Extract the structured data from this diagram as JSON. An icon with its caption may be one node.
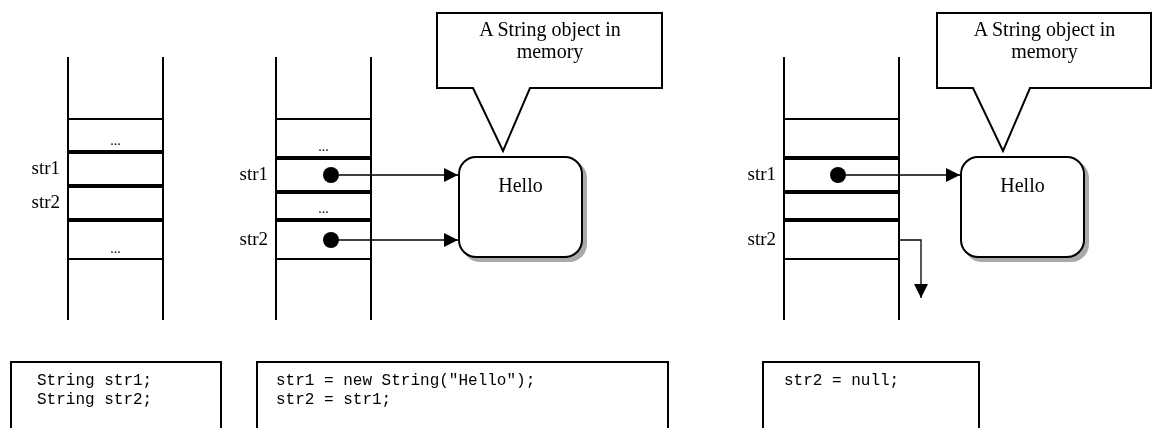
{
  "diagram": {
    "nodes": [
      {
        "text": [
          "..."
        ]
      },
      {
        "text": [],
        "shape": "box",
        "beside": [
          "str1"
        ]
      },
      {
        "text": [],
        "shape": "box",
        "beside": [
          "str2"
        ]
      },
      {
        "text": [
          "..."
        ]
      },
      {
        "text": [
          "..."
        ]
      },
      {
        "text": [],
        "shape": "box",
        "beside": [
          "str1"
        ]
      },
      {
        "text": [],
        "shape": "circle",
        "in": 5
      },
      {
        "text": [
          "..."
        ]
      },
      {
        "text": [],
        "shape": "box",
        "beside": [
          "str2"
        ]
      },
      {
        "text": [],
        "shape": "circle",
        "in": 8
      },
      {
        "text": [
          "A String object in memory"
        ]
      },
      {
        "text": [
          "Hello"
        ]
      },
      {
        "text": [],
        "shape": "box"
      },
      {
        "text": [],
        "shape": "box",
        "beside": [
          "str1"
        ]
      },
      {
        "text": [],
        "shape": "circle",
        "in": 13
      },
      {
        "text": [],
        "shape": "box"
      },
      {
        "text": [],
        "shape": "box",
        "beside": [
          "str2"
        ]
      },
      {
        "text": [
          "A String object in memory"
        ]
      },
      {
        "text": [
          "Hello"
        ]
      },
      {
        "text": [
          "String str1; String str2;"
        ]
      },
      {
        "text": [
          "str1 = new String(\"Hello\"); str2 = str1;"
        ]
      },
      {
        "text": [
          "str2 = null;"
        ]
      }
    ],
    "edges": [
      {
        "from": 6,
        "to": 11,
        "arrow": "to"
      },
      {
        "from": 9,
        "to": 11,
        "arrow": "to"
      },
      {
        "from": 14,
        "to": 18,
        "arrow": "to"
      },
      {
        "from": 16,
        "to": null,
        "arrow": "to"
      }
    ]
  }
}
